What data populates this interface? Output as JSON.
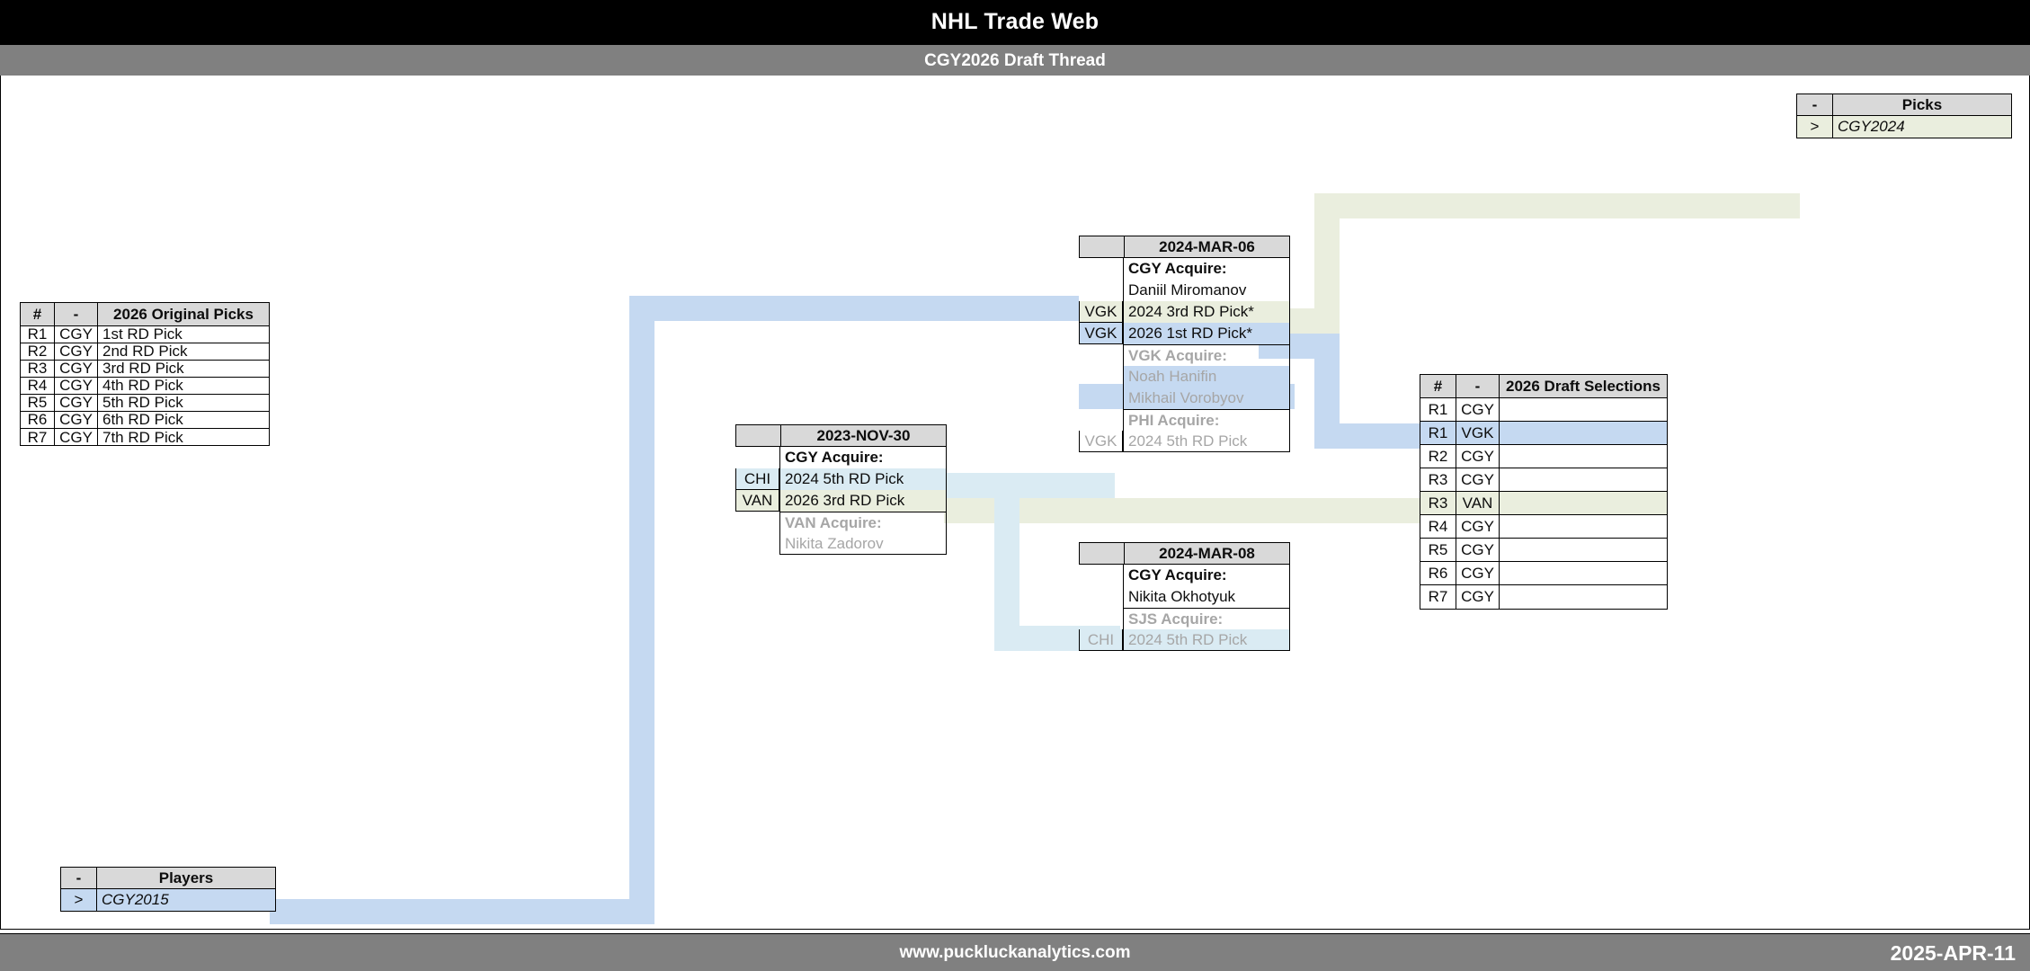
{
  "header": {
    "title": "NHL Trade Web",
    "subtitle": "CGY2026 Draft Thread"
  },
  "footer": {
    "site": "www.puckluckanalytics.com",
    "date": "2025-APR-11"
  },
  "colors": {
    "header_bg": "#000000",
    "subheader_bg": "#808080",
    "table_header_bg": "#d9d9d9",
    "connector_blue": "#c5d9f1",
    "connector_olive": "#eaeede",
    "connector_cyan": "#daebf3",
    "highlight_blue": "#c5d9f1",
    "highlight_olive": "#eaeede",
    "highlight_cyan": "#daebf3",
    "muted_text": "#a6a6a6"
  },
  "original_picks_table": {
    "headers": [
      "#",
      "-",
      "2026 Original Picks"
    ],
    "rows": [
      {
        "num": "R1",
        "team": "CGY",
        "pick": "1st RD Pick"
      },
      {
        "num": "R2",
        "team": "CGY",
        "pick": "2nd RD Pick"
      },
      {
        "num": "R3",
        "team": "CGY",
        "pick": "3rd RD Pick"
      },
      {
        "num": "R4",
        "team": "CGY",
        "pick": "4th RD Pick"
      },
      {
        "num": "R5",
        "team": "CGY",
        "pick": "5th RD Pick"
      },
      {
        "num": "R6",
        "team": "CGY",
        "pick": "6th RD Pick"
      },
      {
        "num": "R7",
        "team": "CGY",
        "pick": "7th RD Pick"
      }
    ]
  },
  "draft_selections_table": {
    "headers": [
      "#",
      "-",
      "2026 Draft Selections"
    ],
    "rows": [
      {
        "num": "R1",
        "team": "CGY",
        "sel": "",
        "hl": "none"
      },
      {
        "num": "R1",
        "team": "VGK",
        "sel": "",
        "hl": "blue"
      },
      {
        "num": "R2",
        "team": "CGY",
        "sel": "",
        "hl": "none"
      },
      {
        "num": "R3",
        "team": "CGY",
        "sel": "",
        "hl": "none"
      },
      {
        "num": "R3",
        "team": "VAN",
        "sel": "",
        "hl": "olive"
      },
      {
        "num": "R4",
        "team": "CGY",
        "sel": "",
        "hl": "none"
      },
      {
        "num": "R5",
        "team": "CGY",
        "sel": "",
        "hl": "none"
      },
      {
        "num": "R6",
        "team": "CGY",
        "sel": "",
        "hl": "none"
      },
      {
        "num": "R7",
        "team": "CGY",
        "sel": "",
        "hl": "none"
      }
    ]
  },
  "picks_legend": {
    "headers": [
      "-",
      "Picks"
    ],
    "rows": [
      {
        "marker": ">",
        "label": "CGY2024"
      }
    ]
  },
  "players_legend": {
    "headers": [
      "-",
      "Players"
    ],
    "rows": [
      {
        "marker": ">",
        "label": "CGY2015"
      }
    ]
  },
  "trade_nov30": {
    "date": "2023-NOV-30",
    "rows": [
      {
        "team": "",
        "text": "CGY Acquire:",
        "style": "bold",
        "hl": "none"
      },
      {
        "team": "CHI",
        "text": "2024 5th RD Pick",
        "style": "plain",
        "hl": "cyan"
      },
      {
        "team": "VAN",
        "text": "2026 3rd RD Pick",
        "style": "plain",
        "hl": "olive"
      },
      {
        "team": "",
        "text": "VAN Acquire:",
        "style": "bold-muted",
        "hl": "none"
      },
      {
        "team": "",
        "text": "Nikita Zadorov",
        "style": "muted",
        "hl": "none"
      }
    ]
  },
  "trade_mar06": {
    "date": "2024-MAR-06",
    "rows": [
      {
        "team": "",
        "text": "CGY Acquire:",
        "style": "bold",
        "hl": "none"
      },
      {
        "team": "",
        "text": "Daniil Miromanov",
        "style": "plain",
        "hl": "none"
      },
      {
        "team": "VGK",
        "text": "2024 3rd RD Pick*",
        "style": "plain",
        "hl": "olive"
      },
      {
        "team": "VGK",
        "text": "2026 1st RD Pick*",
        "style": "plain",
        "hl": "blue"
      },
      {
        "team": "",
        "text": "VGK Acquire:",
        "style": "bold-muted",
        "hl": "none"
      },
      {
        "team": "",
        "text": "Noah Hanifin",
        "style": "muted",
        "hl": "blue"
      },
      {
        "team": "",
        "text": "Mikhail Vorobyov",
        "style": "muted",
        "hl": "none"
      },
      {
        "team": "",
        "text": "PHI Acquire:",
        "style": "bold-muted",
        "hl": "none"
      },
      {
        "team": "VGK",
        "text": "2024 5th RD Pick",
        "style": "muted",
        "hl": "none",
        "team_muted": true
      }
    ]
  },
  "trade_mar08": {
    "date": "2024-MAR-08",
    "rows": [
      {
        "team": "",
        "text": "CGY Acquire:",
        "style": "bold",
        "hl": "none"
      },
      {
        "team": "",
        "text": "Nikita Okhotyuk",
        "style": "plain",
        "hl": "none"
      },
      {
        "team": "",
        "text": "SJS Acquire:",
        "style": "bold-muted",
        "hl": "none"
      },
      {
        "team": "CHI",
        "text": "2024 5th RD Pick",
        "style": "muted",
        "hl": "cyan",
        "team_muted": true
      }
    ]
  }
}
